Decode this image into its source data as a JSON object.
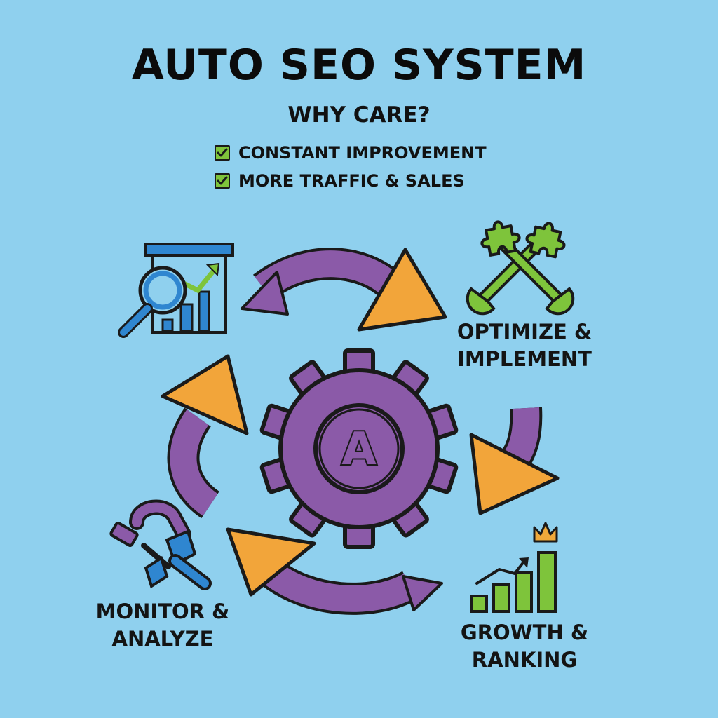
{
  "title": "AUTO SEO SYSTEM",
  "subtitle": "WHY CARE?",
  "benefits": [
    {
      "text": "CONSTANT IMPROVEMENT",
      "icon": "checkmark-icon"
    },
    {
      "text": "MORE TRAFFIC & SALES",
      "icon": "checkmark-icon"
    }
  ],
  "stages": {
    "optimize": {
      "line1": "OPTIMIZE &",
      "line2": "IMPLEMENT",
      "icon": "puzzle-wrench-icon"
    },
    "growth": {
      "line1": "GROWTH &",
      "line2": "RANKING",
      "icon": "growth-chart-crown-icon"
    },
    "monitor": {
      "line1": "MONITOR &",
      "line2": "ANALYZE",
      "icon": "clamp-tool-icon"
    },
    "research": {
      "icon": "magnifier-chart-icon"
    }
  },
  "center": {
    "letter": "A",
    "icon": "gear-icon"
  },
  "colors": {
    "background": "#8fd0ee",
    "arrow_body": "#8b5aa8",
    "arrow_head": "#f2a53a",
    "green": "#7ec43b",
    "blue": "#2f86d0",
    "crown": "#f0a93a"
  }
}
